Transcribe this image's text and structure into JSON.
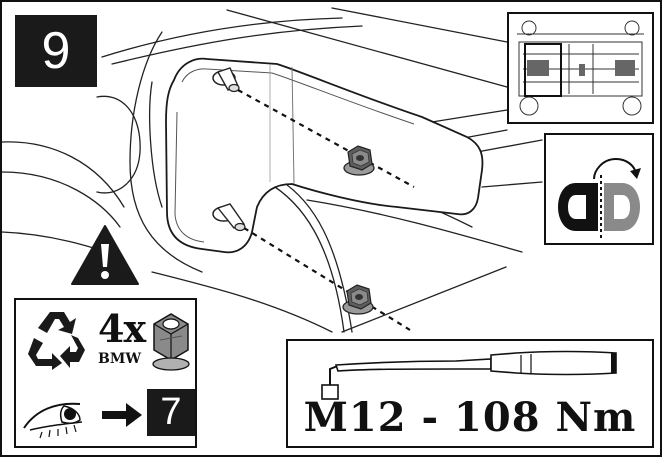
{
  "step": {
    "number": "9"
  },
  "parts": {
    "quantity": "4x",
    "brand": "BMW"
  },
  "reference_step": {
    "number": "7"
  },
  "torque": {
    "spec": "M12 - 108 Nm"
  },
  "icons": [
    "warning-icon",
    "recycle-icon",
    "nut-icon",
    "eye-icon",
    "arrow-right-icon",
    "rotate-icon",
    "torque-wrench-icon"
  ],
  "colors": {
    "ink": "#111111",
    "badge": "#1a1a1a",
    "highlight_gray": "#8a8a8a"
  }
}
